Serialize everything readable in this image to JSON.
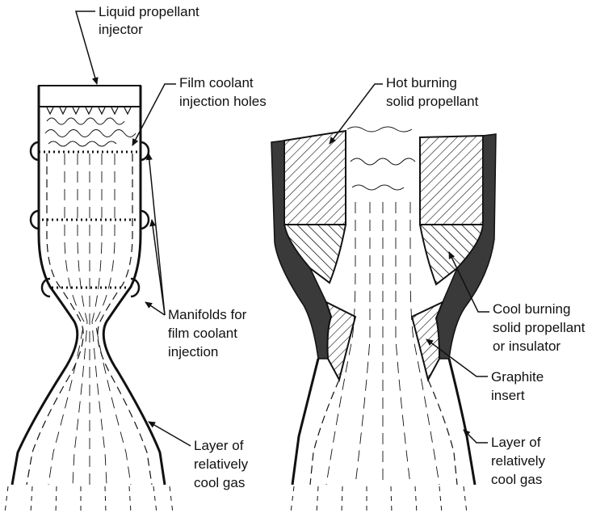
{
  "labels": {
    "liquid_injector": [
      "Liquid propellant",
      "injector"
    ],
    "film_coolant_holes": [
      "Film coolant",
      "injection holes"
    ],
    "manifolds": [
      "Manifolds for",
      "film coolant",
      "injection"
    ],
    "cool_gas_left": [
      "Layer of",
      "relatively",
      "cool gas"
    ],
    "hot_solid": [
      "Hot burning",
      "solid propellant"
    ],
    "cool_solid": [
      "Cool burning",
      "solid propellant",
      "or insulator"
    ],
    "graphite": [
      "Graphite",
      "insert"
    ],
    "cool_gas_right": [
      "Layer of",
      "relatively",
      "cool gas"
    ]
  },
  "colors": {
    "ink": "#111111",
    "background": "#ffffff"
  }
}
